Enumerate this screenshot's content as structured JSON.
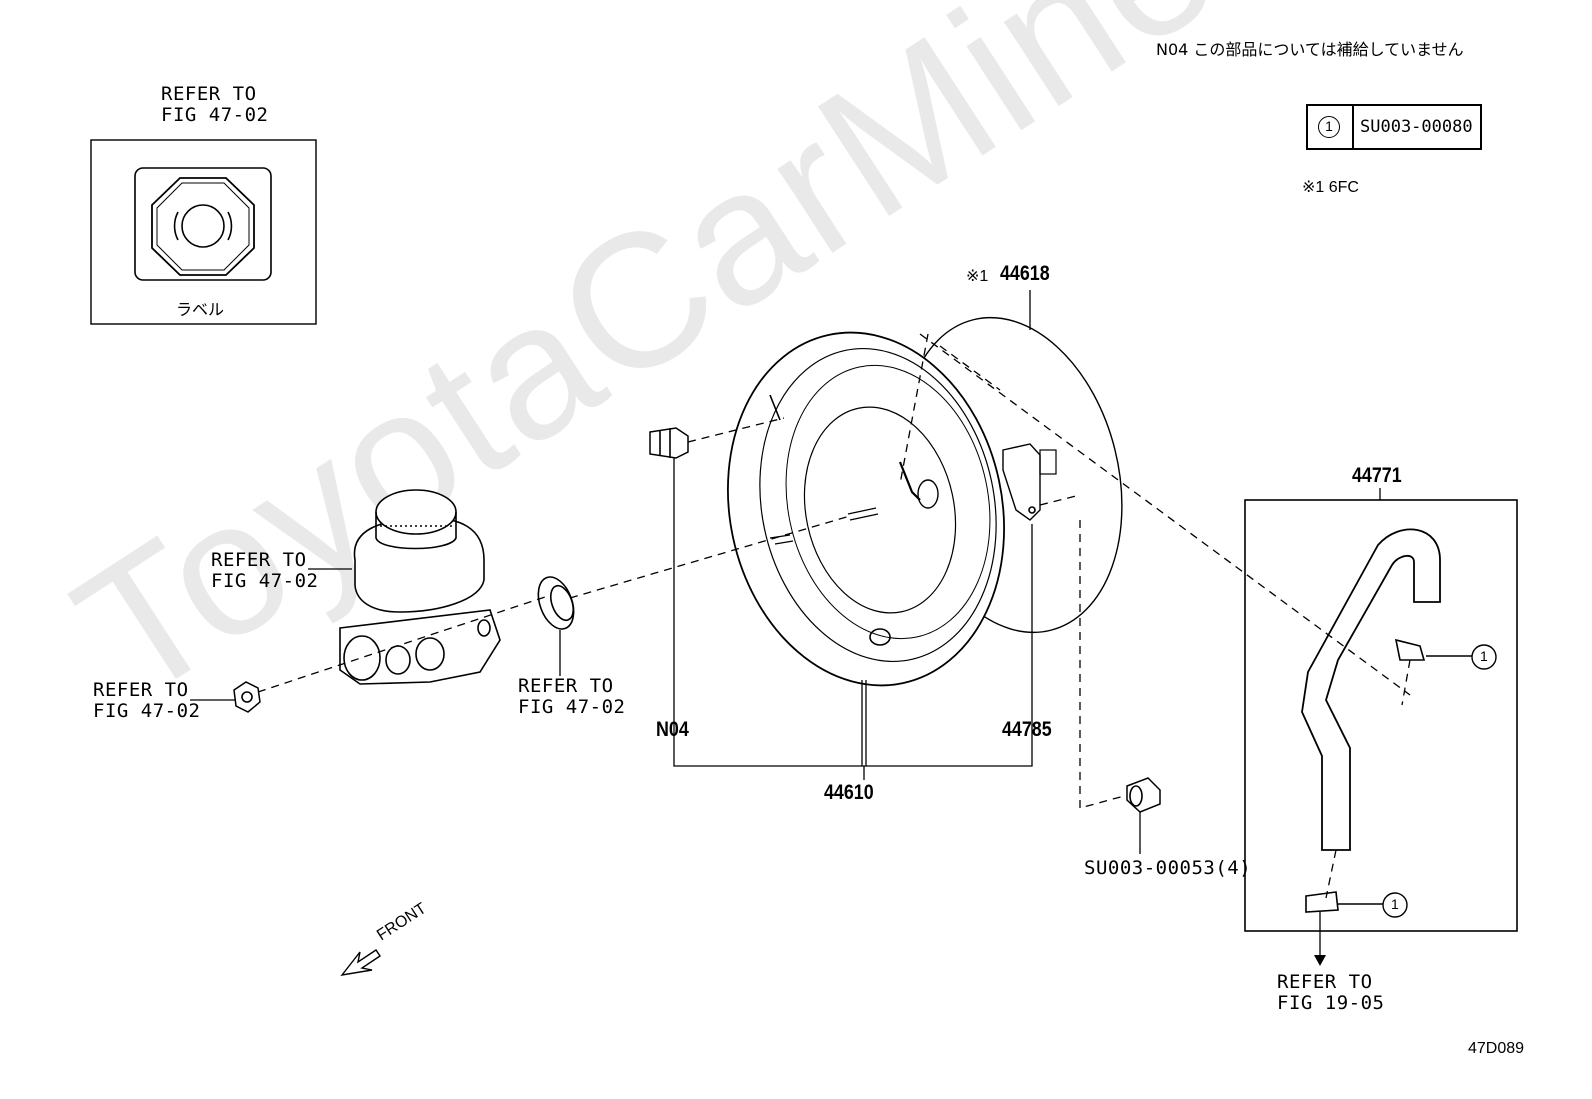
{
  "note_top": "N04 この部品については補給していません",
  "watermark": "ToyotaCarMine.ru",
  "legend": {
    "symbol": "1",
    "code": "SU003-00080"
  },
  "footnote": "※1 6FC",
  "label_box": {
    "caption": "ラベル",
    "refer": "REFER TO\nFIG 47-02"
  },
  "refs": {
    "reservoir": "REFER TO\nFIG 47-02",
    "nut": "REFER TO\nFIG 47-02",
    "seal": "REFER TO\nFIG 47-02",
    "hose_end": "REFER TO\nFIG 19-05"
  },
  "parts": {
    "gasket": "44618",
    "gasket_mark": "※1",
    "hose": "44771",
    "check_valve": "N04",
    "booster_sub": "44785",
    "booster_assy": "44610",
    "nut_code": "SU003-00053(4)",
    "clip1": "1",
    "clip2": "1"
  },
  "front": "FRONT",
  "figure_code": "47D089"
}
